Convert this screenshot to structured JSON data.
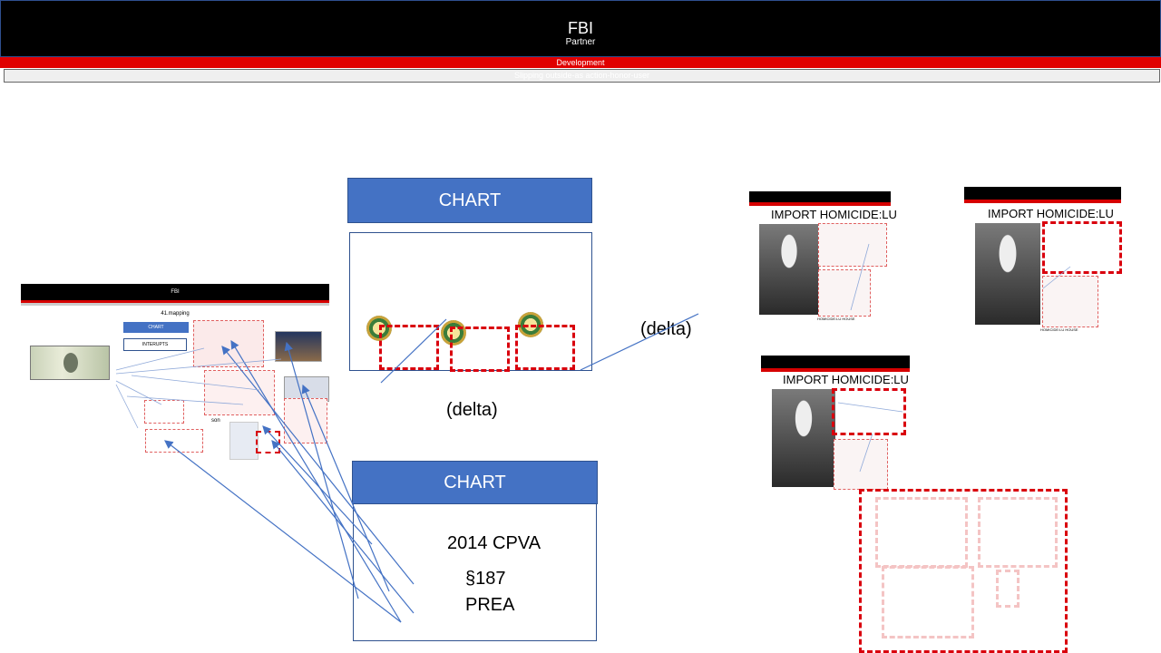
{
  "header": {
    "title": "FBI",
    "subtitle": "Partner"
  },
  "dev_bar": {
    "label": "Development"
  },
  "notice_bar": {
    "text": "Slipping outside-as action-honor-user"
  },
  "chart_top": {
    "label": "CHART"
  },
  "chart_bottom": {
    "label": "CHART",
    "lines": [
      "2014 CPVA",
      "§187",
      "PREA"
    ]
  },
  "delta_labels": [
    "(delta)",
    "(delta)"
  ],
  "homicide_cards": [
    {
      "title": "IMPORT HOMICIDE:LU",
      "caption": "HOMICIDE:LU HOUSE"
    },
    {
      "title": "IMPORT HOMICIDE:LU",
      "caption": "HOMICIDE:LU HOUSE"
    },
    {
      "title": "IMPORT HOMICIDE:LU",
      "caption": ""
    }
  ],
  "mini_slide": {
    "title": "FBI",
    "heading": "41.mapping",
    "chart_button": "CHART",
    "interrupts_button": "INTERUPTS",
    "son_label": "son"
  },
  "colors": {
    "accent": "#4472c4",
    "danger": "#d9000d",
    "header": "#000000",
    "dev_bar": "#e00000"
  }
}
